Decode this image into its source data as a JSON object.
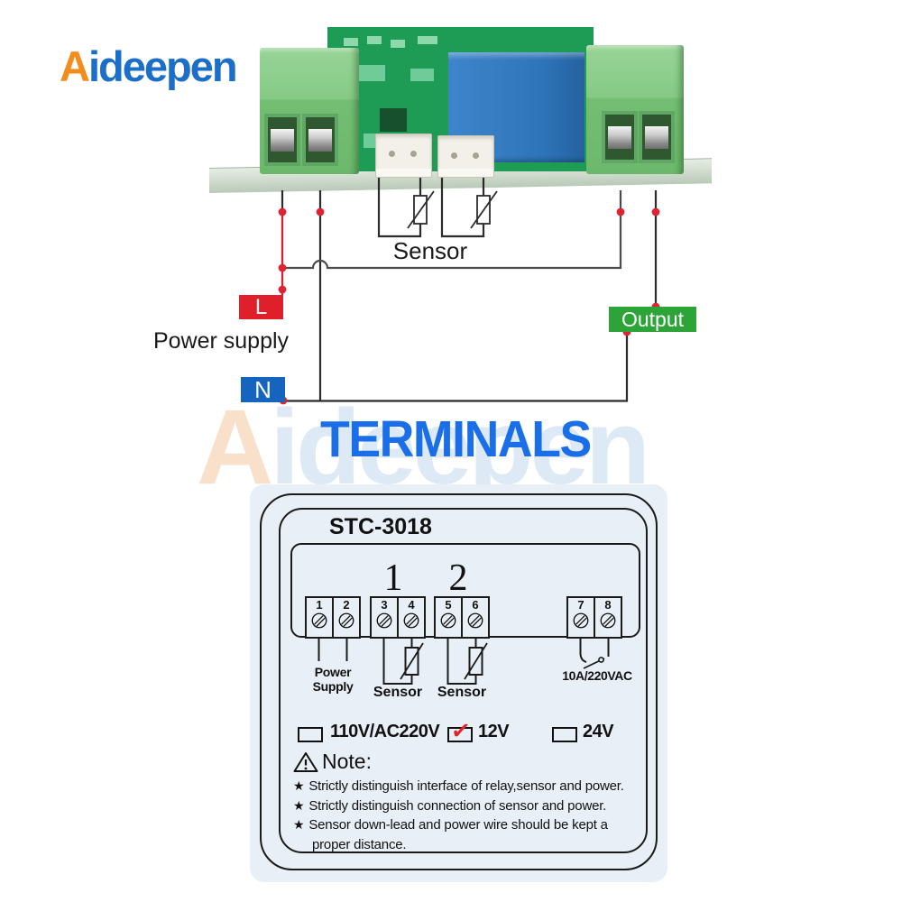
{
  "brand": {
    "logo_a": "A",
    "logo_rest": "ideepen"
  },
  "top_diagram": {
    "sensor_label": "Sensor",
    "line_label": "L",
    "neutral_label": "N",
    "power_supply_label": "Power supply",
    "output_label": "Output"
  },
  "watermark": {
    "text_a": "A",
    "text_rest": "ideepen"
  },
  "section_title": "TERMINALS",
  "card": {
    "model": "STC-3018",
    "channel_labels": [
      "1",
      "2"
    ],
    "terminal_numbers": [
      "1",
      "2",
      "3",
      "4",
      "5",
      "6",
      "7",
      "8"
    ],
    "power_supply_label": "Power Supply",
    "sensor_labels": [
      "Sensor",
      "Sensor"
    ],
    "relay_rating": "10A/220VAC",
    "check_mark": "✓",
    "voltage_options": [
      {
        "label": "110V/AC220V",
        "checked": false
      },
      {
        "label": "12V",
        "checked": true
      },
      {
        "label": "24V",
        "checked": false
      }
    ],
    "note": {
      "title": "Note:",
      "bullet": "★",
      "lines": [
        "Strictly distinguish interface of relay,sensor and power.",
        "Strictly distinguish connection of sensor and power.",
        "Sensor down-lead and power wire should be kept a",
        "proper distance."
      ]
    }
  },
  "colors": {
    "line_red": "#DF1F2A",
    "neutral_blue": "#1565BE",
    "output_green": "#2CA437",
    "title_blue": "#1A6FE8",
    "check_red": "#E3222A",
    "junction_dot_red": "#E02330",
    "pcb_green": "#1E9C55",
    "terminal_block_green": "#74BE74",
    "relay_blue": "#2E74B8",
    "card_background": "#E9EFF7"
  }
}
